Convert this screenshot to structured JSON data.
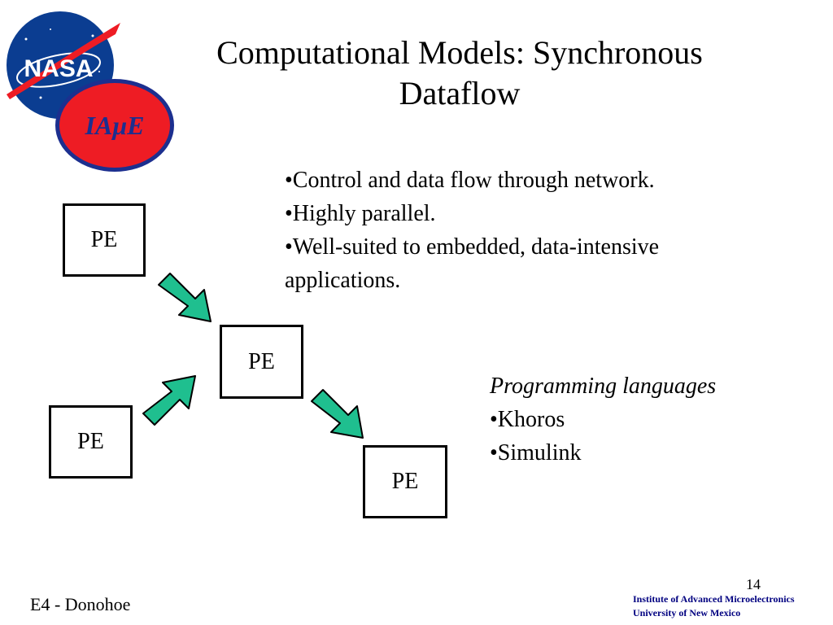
{
  "title": "Computational Models: Synchronous Dataflow",
  "bullets_main": [
    "•Control and data flow through network.",
    "•Highly parallel.",
    "•Well-suited to embedded, data-intensive applications."
  ],
  "programming": {
    "heading": "Programming languages",
    "items": [
      "•Khoros",
      "•Simulink"
    ]
  },
  "diagram": {
    "nodes": [
      "PE",
      "PE",
      "PE",
      "PE"
    ],
    "arrow_color": "#1fbf8f"
  },
  "logos": {
    "nasa_text": "NASA",
    "iame_text": "IAμE",
    "nasa_blue": "#0b3d91",
    "iame_red": "#ee1c24"
  },
  "footer": {
    "author": "E4 - Donohoe",
    "slide_number": "14",
    "institute": "Institute of Advanced Microelectronics",
    "university": "University of New Mexico"
  }
}
